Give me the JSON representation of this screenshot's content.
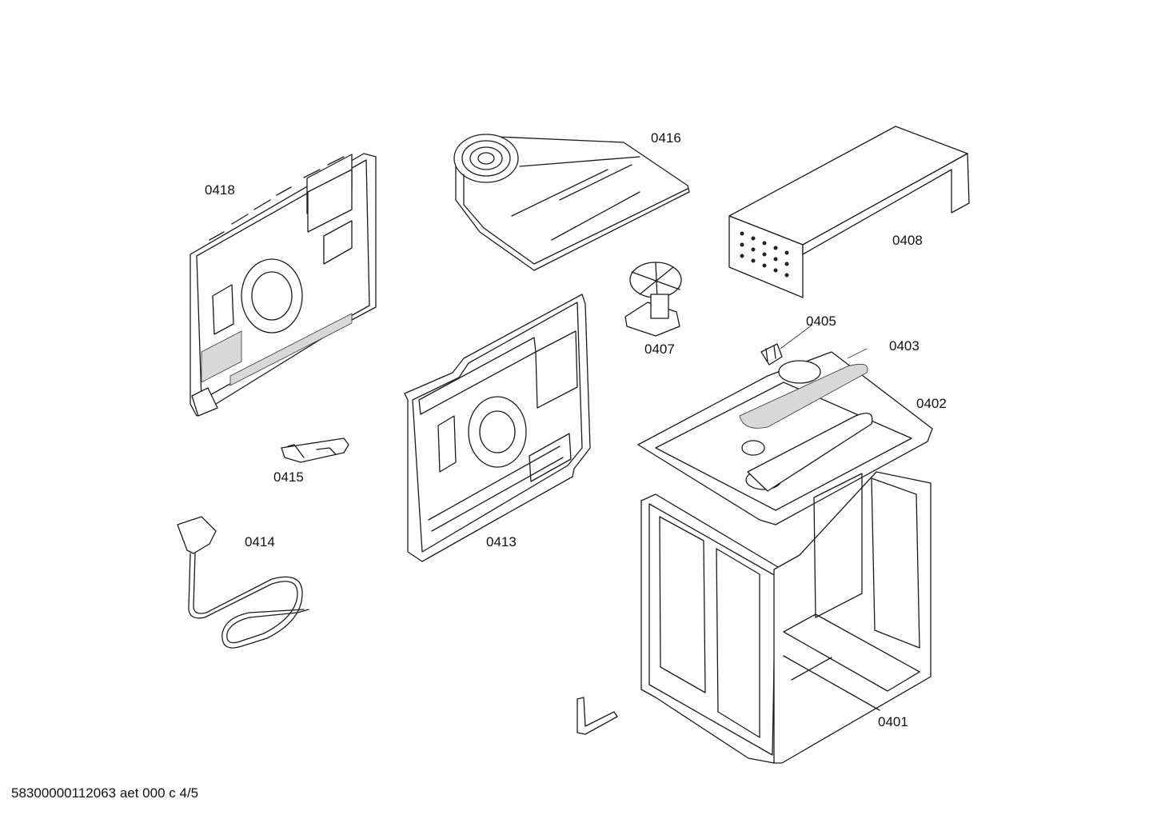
{
  "labels": {
    "p0401": "0401",
    "p0402": "0402",
    "p0403": "0403",
    "p0405": "0405",
    "p0407": "0407",
    "p0408": "0408",
    "p0413": "0413",
    "p0414": "0414",
    "p0415": "0415",
    "p0416": "0416",
    "p0418": "0418"
  },
  "footer": {
    "document_code": "58300000112063 aet 000 c 4/5"
  }
}
